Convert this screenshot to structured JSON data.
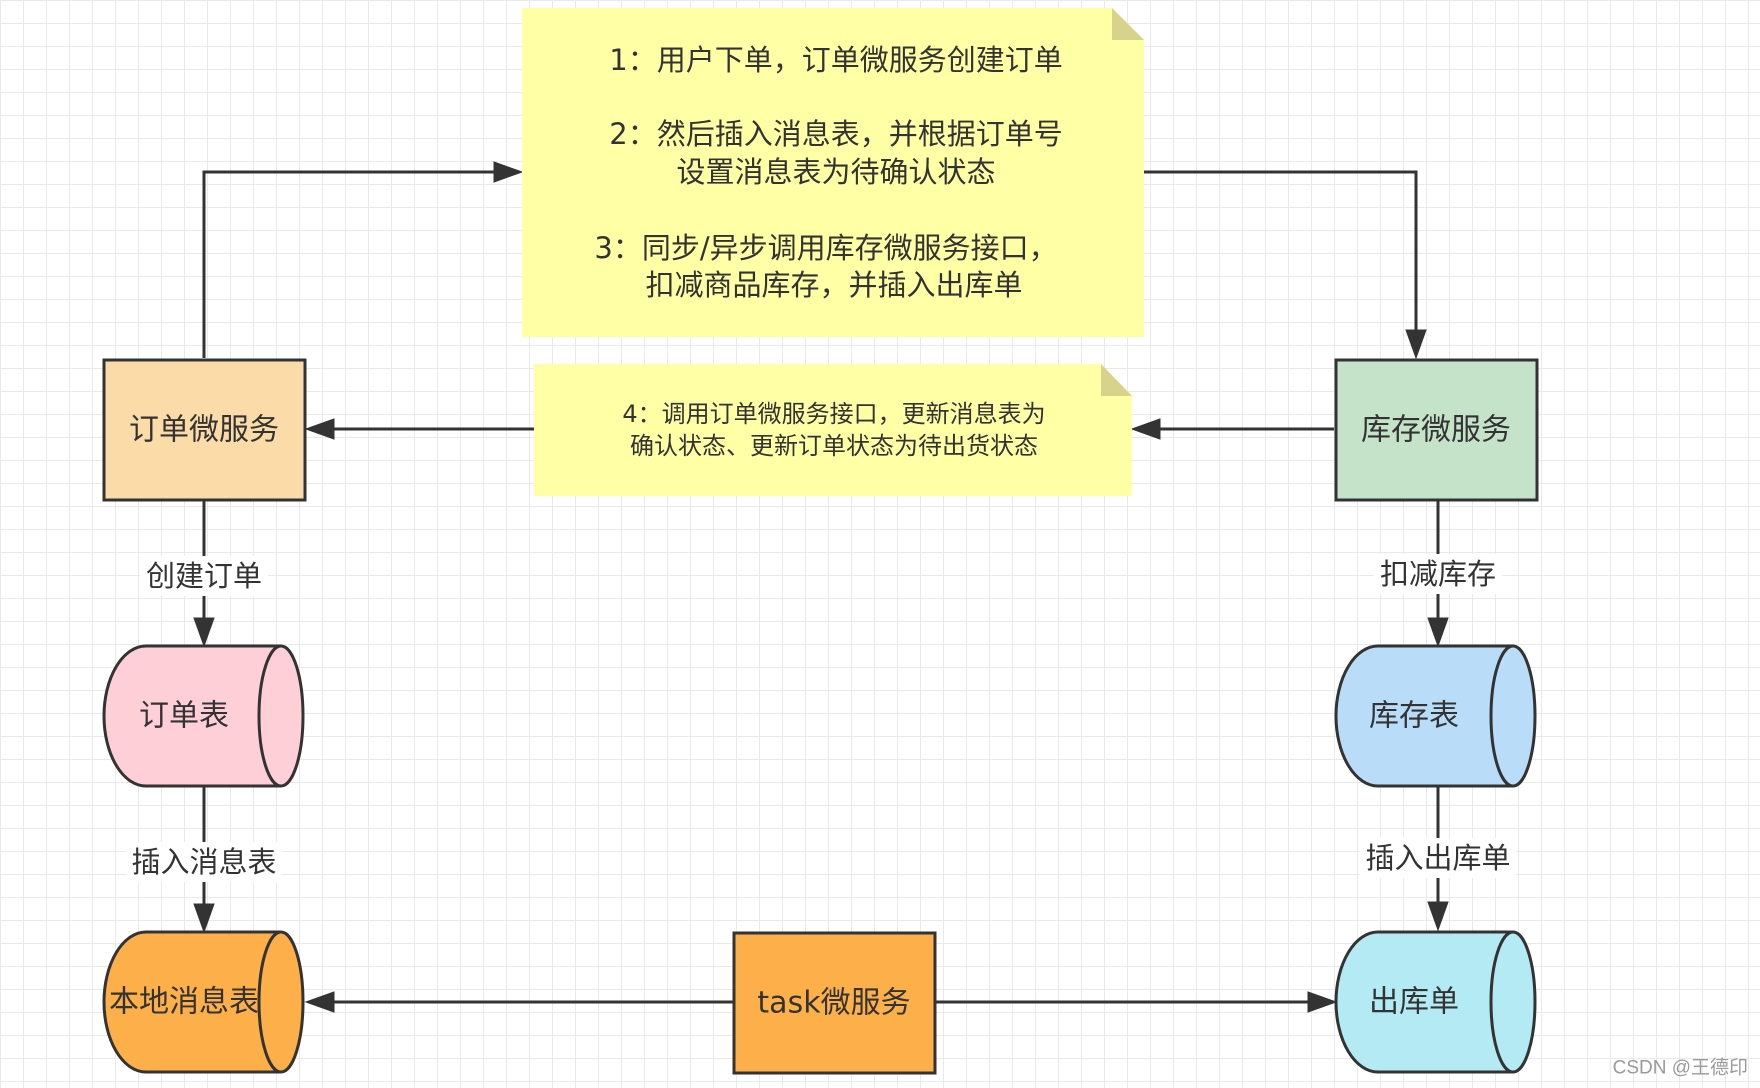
{
  "colors": {
    "order_service": "#fbdba8",
    "inventory_service": "#c4e3c9",
    "order_table": "#ffcfd8",
    "inventory_table": "#b9dcf9",
    "local_message_table": "#fdb04a",
    "outbound_table": "#b4eaf3",
    "task_service": "#fdb04a",
    "note": "#ffffa6",
    "line": "#333333"
  },
  "nodes": {
    "order_service": "订单微服务",
    "inventory_service": "库存微服务",
    "order_table": "订单表",
    "inventory_table": "库存表",
    "local_message_table": "本地消息表",
    "outbound_table": "出库单",
    "task_service": "task微服务"
  },
  "notes": {
    "main": {
      "step1": "1：用户下单，订单微服务创建订单",
      "step2_line1": "2：然后插入消息表，并根据订单号",
      "step2_line2": "设置消息表为待确认状态",
      "step3_line1": "3：同步/异步调用库存微服务接口，",
      "step3_line2": "扣减商品库存，并插入出库单"
    },
    "callback": {
      "line1": "4：调用订单微服务接口，更新消息表为",
      "line2": "确认状态、更新订单状态为待出货状态"
    }
  },
  "edge_labels": {
    "create_order": "创建订单",
    "insert_message": "插入消息表",
    "deduct_stock": "扣减库存",
    "insert_outbound": "插入出库单"
  },
  "watermark": "CSDN @王德印"
}
